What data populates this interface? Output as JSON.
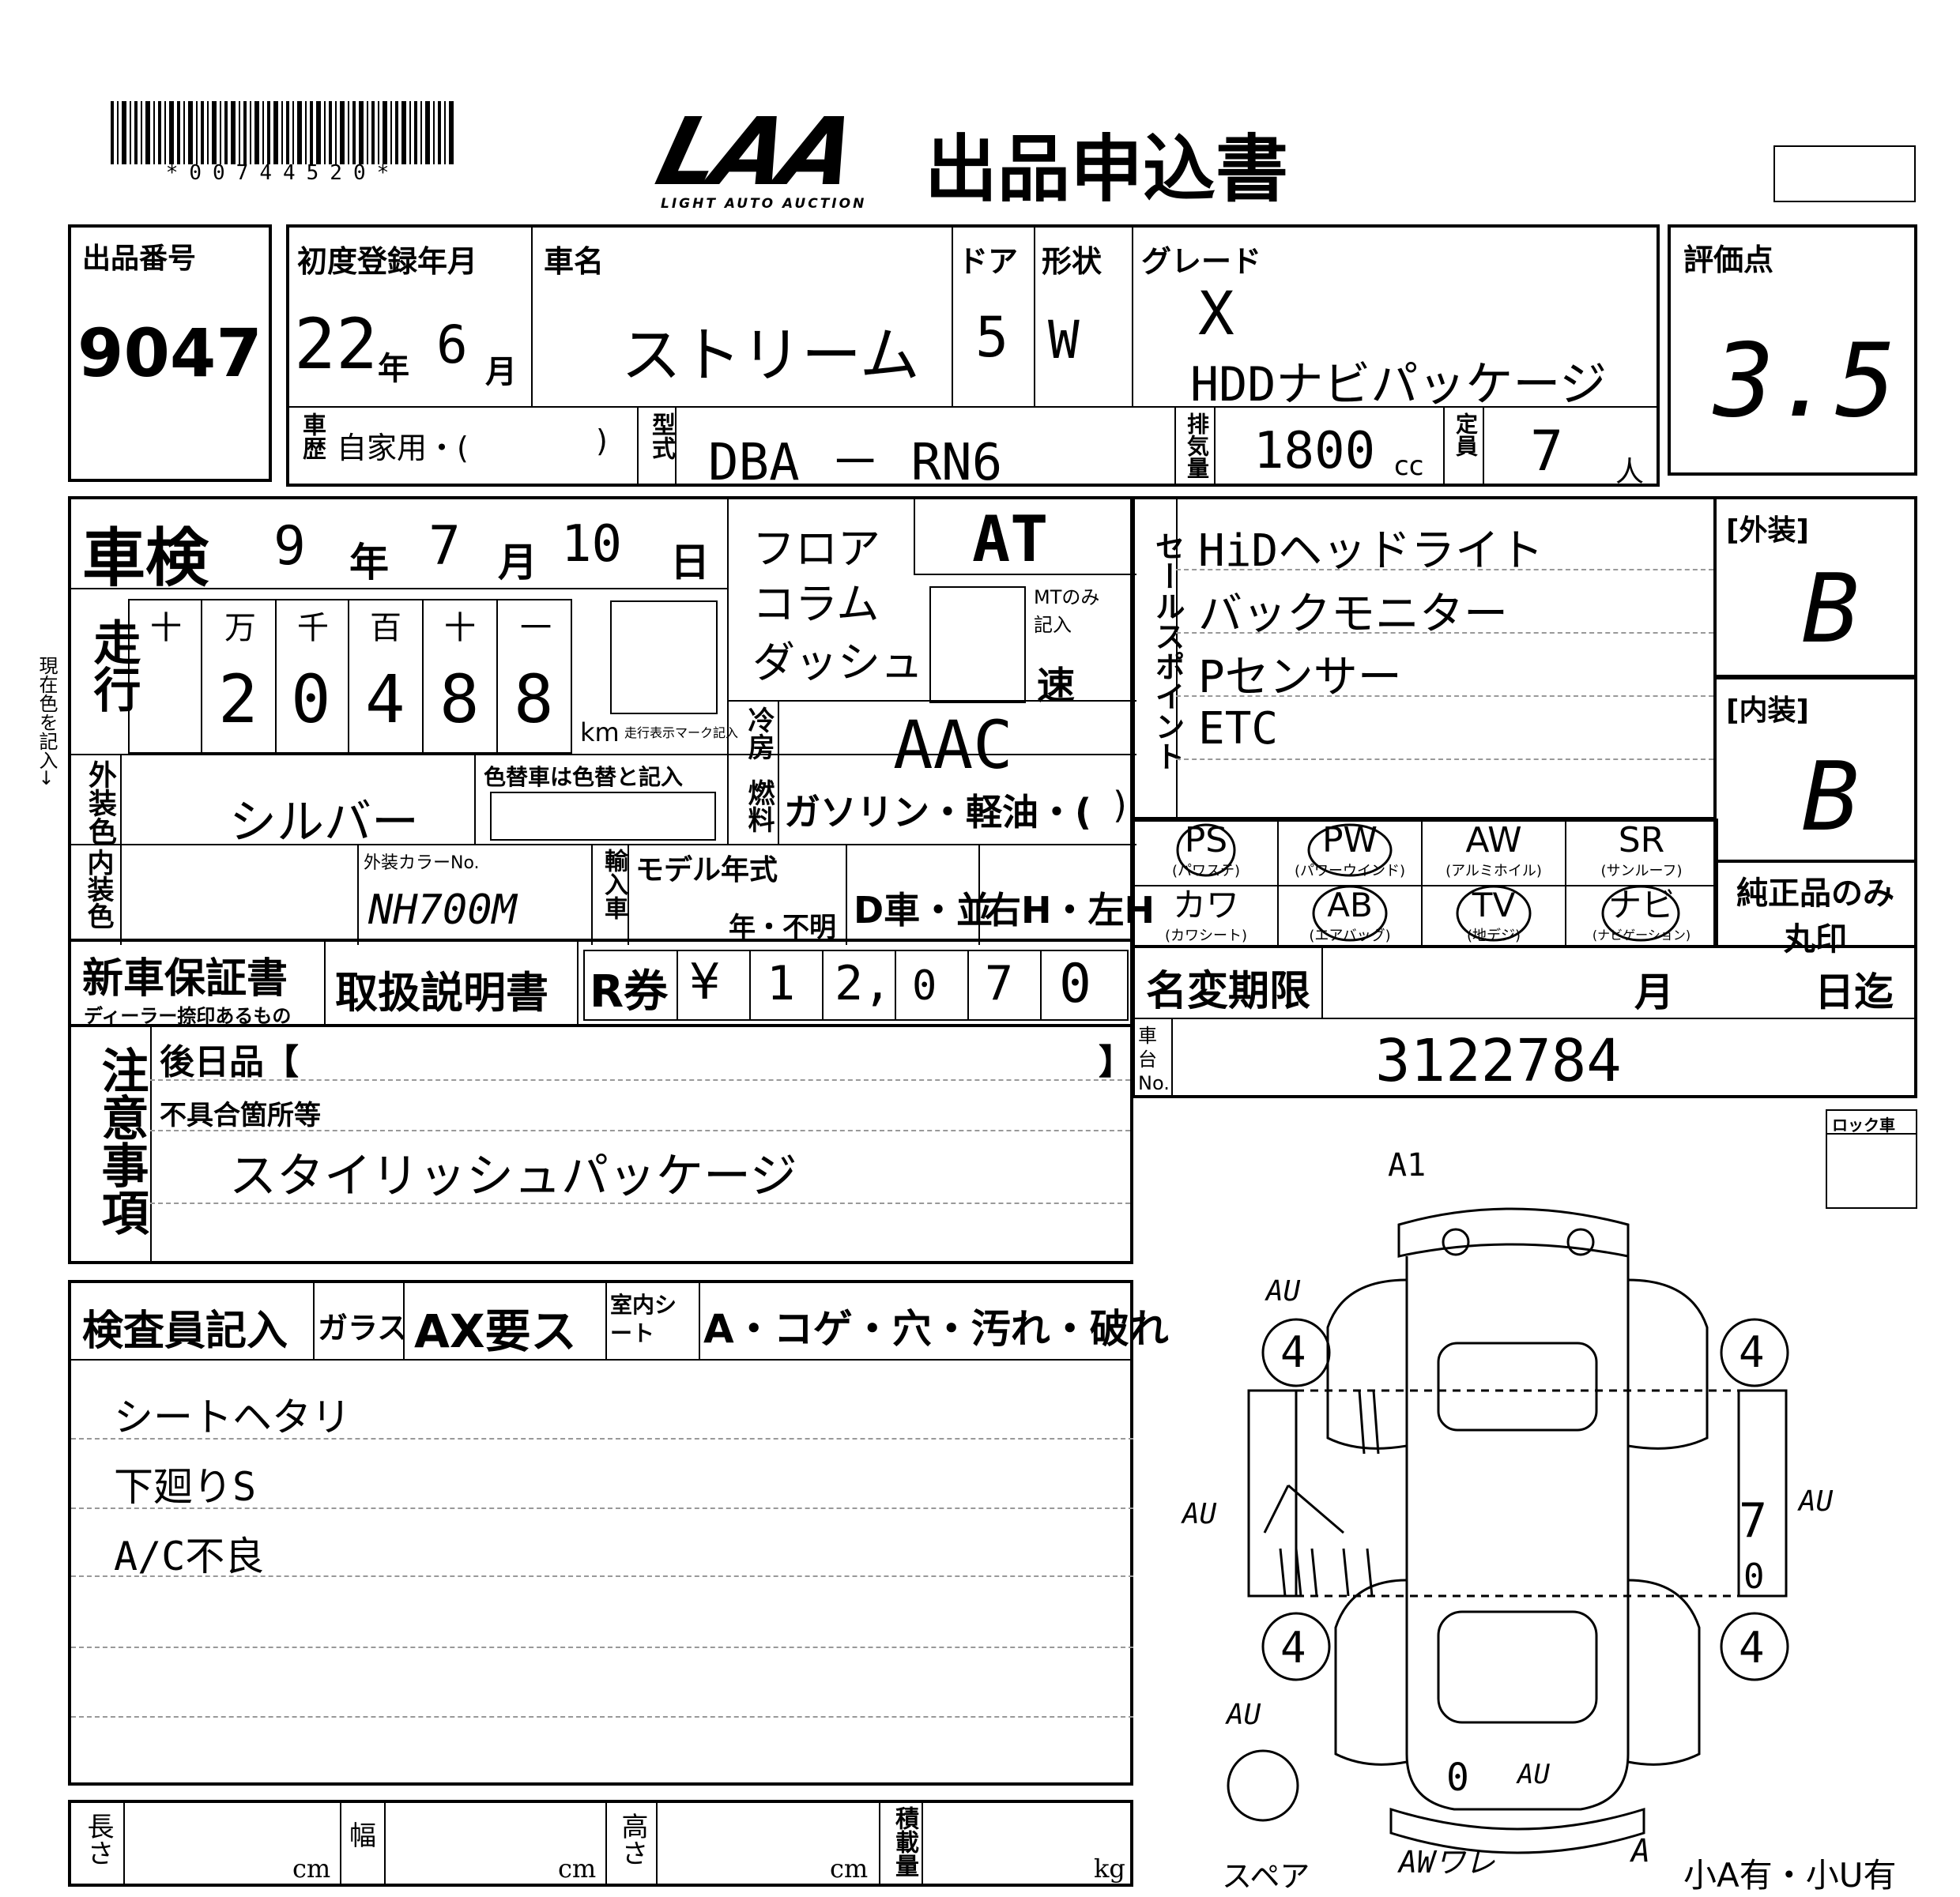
{
  "header": {
    "barcode_text": "*00744520*",
    "logo": "LAA",
    "logo_sub": "LIGHT AUTO AUCTION",
    "title": "出品申込書"
  },
  "lot": {
    "label": "出品番号",
    "value": "9047"
  },
  "registration": {
    "first_reg_label": "初度登録年月",
    "year": "22",
    "year_unit": "年",
    "month": "6",
    "month_unit": "月",
    "car_name_label": "車名",
    "car_name": "ストリーム",
    "door_label": "ドア",
    "door": "5",
    "shape_label": "形状",
    "shape": "W",
    "grade_label": "グレード",
    "grade_line1": "X",
    "grade_line2": "HDDナビパッケージ"
  },
  "score": {
    "label": "評価点",
    "value": "3.5"
  },
  "history": {
    "label": "車歴",
    "value": "自家用・(",
    "close": ")",
    "model_label": "型式",
    "model": "DBA － RN6",
    "displacement_label": "排気量",
    "displacement": "1800",
    "cc": "cc",
    "capacity_label": "定員",
    "capacity": "7",
    "person_unit": "人"
  },
  "inspection": {
    "label": "車検",
    "year": "9",
    "y": "年",
    "month": "7",
    "m": "月",
    "day": "10",
    "d": "日"
  },
  "mileage": {
    "label": "走行",
    "units": [
      "十",
      "万",
      "千",
      "百",
      "十",
      "一"
    ],
    "digits": [
      "",
      "2",
      "0",
      "4",
      "8",
      "8"
    ],
    "km": "km",
    "km_note": "走行表示マーク記入"
  },
  "shift": {
    "floor": "フロア",
    "column": "コラム",
    "dash": "ダッシュ",
    "type": "AT",
    "mt_note": "MTのみ記入",
    "speed": "速"
  },
  "ac": {
    "label": "冷房",
    "value": "AAC"
  },
  "fuel": {
    "label": "燃料",
    "value": "ガソリン・軽油・(",
    "close": ")"
  },
  "exterior_color": {
    "label": "外装色",
    "value": "シルバー",
    "repaint_label": "色替車は色替と記入"
  },
  "interior": {
    "label": "内装色",
    "color_no_label": "外装カラーNo.",
    "color_no": "NH700M",
    "import_label": "輸入車",
    "model_year_label": "モデル年式",
    "model_year_suffix": "年・不明",
    "dealer": "D車・並",
    "handle": "右H・左H"
  },
  "sales_points": {
    "label": "セールスポイント",
    "items": [
      "HiDヘッドライト",
      "バックモニター",
      "Pセンサー",
      "ETC"
    ]
  },
  "ext_grade": {
    "label": "[外装]",
    "value": "B"
  },
  "int_grade": {
    "label": "[内装]",
    "value": "B"
  },
  "equipment": [
    {
      "code": "PS",
      "name": "(パワステ)"
    },
    {
      "code": "PW",
      "name": "(パワーウインド)"
    },
    {
      "code": "AW",
      "name": "(アルミホイル)"
    },
    {
      "code": "SR",
      "name": "(サンルーフ)"
    },
    {
      "code": "カワ",
      "name": "(カワシート)"
    },
    {
      "code": "AB",
      "name": "(エアバッグ)"
    },
    {
      "code": "TV",
      "name": "(地デジ)"
    },
    {
      "code": "ナビ",
      "name": "(ナビゲーション)"
    }
  ],
  "genuine": {
    "line1": "純正品のみ",
    "line2": "丸印"
  },
  "docs": {
    "warranty": "新車保証書",
    "warranty_sub": "ディーラー捺印あるもの",
    "manual": "取扱説明書",
    "recycle_label": "R券",
    "yen": "¥",
    "recycle_digits": [
      "1",
      "2,",
      "0",
      "7",
      "0"
    ]
  },
  "name_change": {
    "label": "名変期限",
    "month": "月",
    "day": "日迄"
  },
  "chassis": {
    "label": "車台No.",
    "value": "3122784"
  },
  "notes": {
    "label": "注意事項",
    "later_label": "後日品【",
    "later_close": "】",
    "defect_label": "不具合箇所等",
    "text": "スタイリッシュパッケージ"
  },
  "inspector": {
    "label": "検査員記入",
    "glass_label": "ガラス",
    "glass": "AX要ス",
    "interior_seat_label": "室内シート",
    "interior_seat": "A・コゲ・穴・汚れ・破れ",
    "lines": [
      "シートヘタリ",
      "下廻りS",
      "A/C不良"
    ]
  },
  "lock_label": "ロック車",
  "dimensions": {
    "length": "長さ",
    "width": "幅",
    "height": "高さ",
    "load": "積載量",
    "cm": "cm",
    "kg": "kg"
  },
  "diagram": {
    "marks": [
      "A1",
      "4",
      "4",
      "4",
      "4",
      "AU",
      "AU",
      "AU",
      "AU",
      "AU",
      "7",
      "0",
      "0",
      "A"
    ],
    "spare": "スペア",
    "scratch_legend": "小A有・小U有",
    "wr": "AWワレ"
  }
}
